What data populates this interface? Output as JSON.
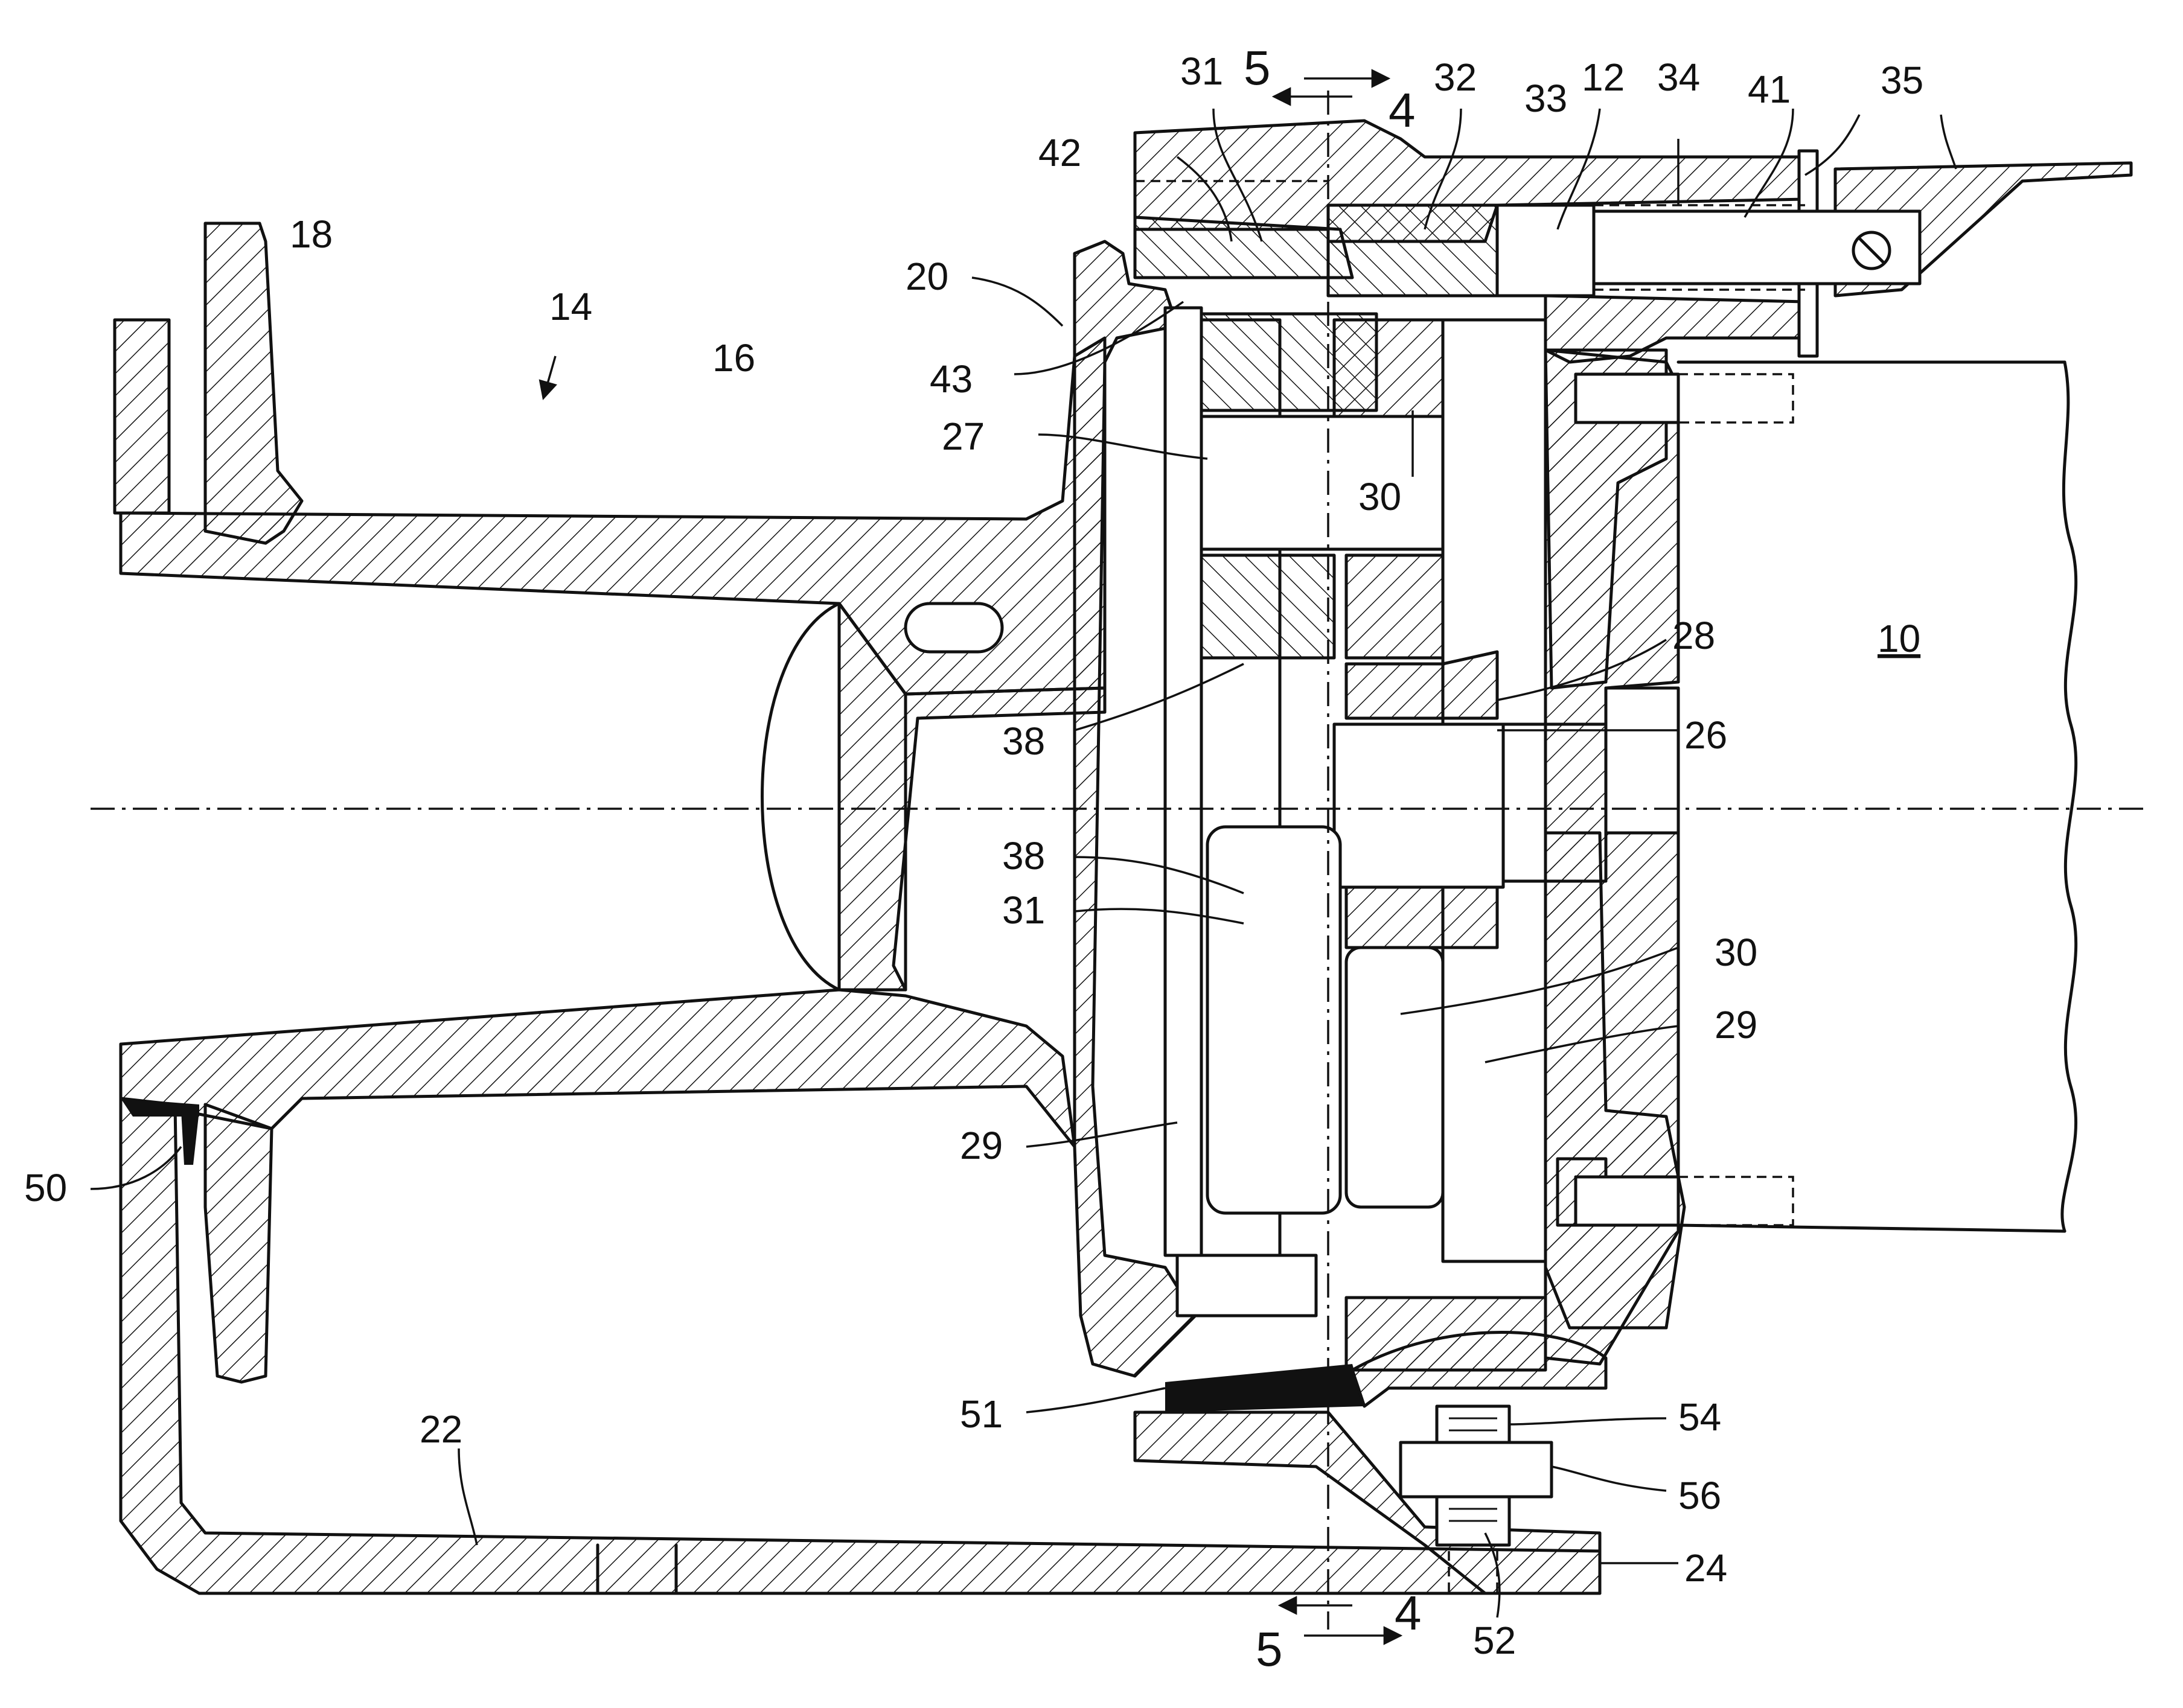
{
  "labels": {
    "l5_top": "5",
    "l4_top": "4",
    "l31_top": "31",
    "l32": "32",
    "l12": "12",
    "l34": "34",
    "l41": "41",
    "l33": "33",
    "l35": "35",
    "l42": "42",
    "l18": "18",
    "l14": "14",
    "l20": "20",
    "l16": "16",
    "l43": "43",
    "l27": "27",
    "l30_top": "30",
    "l28": "28",
    "l10": "10",
    "l38_top": "38",
    "l26": "26",
    "l38_mid": "38",
    "l31_mid": "31",
    "l30_mid": "30",
    "l29_right": "29",
    "l29_left": "29",
    "l50": "50",
    "l51": "51",
    "l22": "22",
    "l54": "54",
    "l56": "56",
    "l24": "24",
    "l5_bot": "5",
    "l4_bot": "4",
    "l52": "52"
  }
}
